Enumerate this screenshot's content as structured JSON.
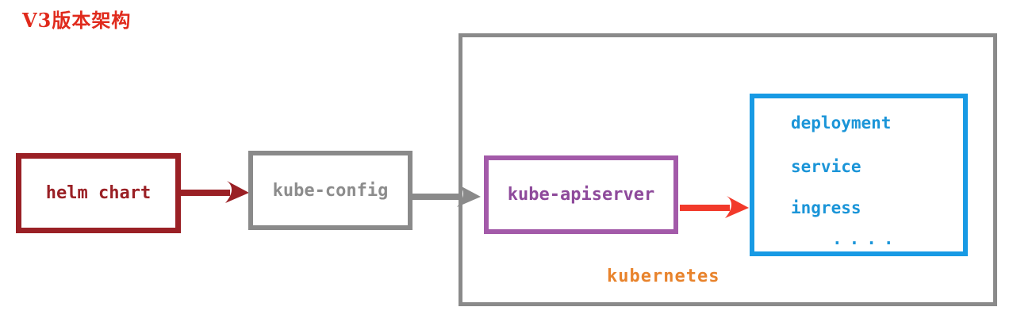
{
  "title": "V3版本架构",
  "colors": {
    "title-red": "#e02a1c",
    "dark-red": "#9a2025",
    "gray": "#8a8a8a",
    "gray-text": "#8c8c8c",
    "purple": "#a35aa9",
    "purple-text": "#8e4a9b",
    "blue": "#189ae4",
    "blue-text": "#1b95d8",
    "orange": "#e8832c",
    "red": "#f23a2b",
    "bg": "#ffffff"
  },
  "nodes": {
    "helm_chart": {
      "label": "helm chart"
    },
    "kube_config": {
      "label": "kube-config"
    },
    "kube_apiserver": {
      "label": "kube-apiserver"
    },
    "kubernetes": {
      "label": "kubernetes"
    },
    "resources": {
      "items": [
        "deployment",
        "service",
        "ingress",
        "...."
      ]
    }
  },
  "edges": [
    {
      "from": "helm_chart",
      "to": "kube_config",
      "color": "#9a2025"
    },
    {
      "from": "kube_config",
      "to": "kube_apiserver",
      "color": "#8a8a8a"
    },
    {
      "from": "kube_apiserver",
      "to": "resources",
      "color": "#f23a2b"
    }
  ]
}
